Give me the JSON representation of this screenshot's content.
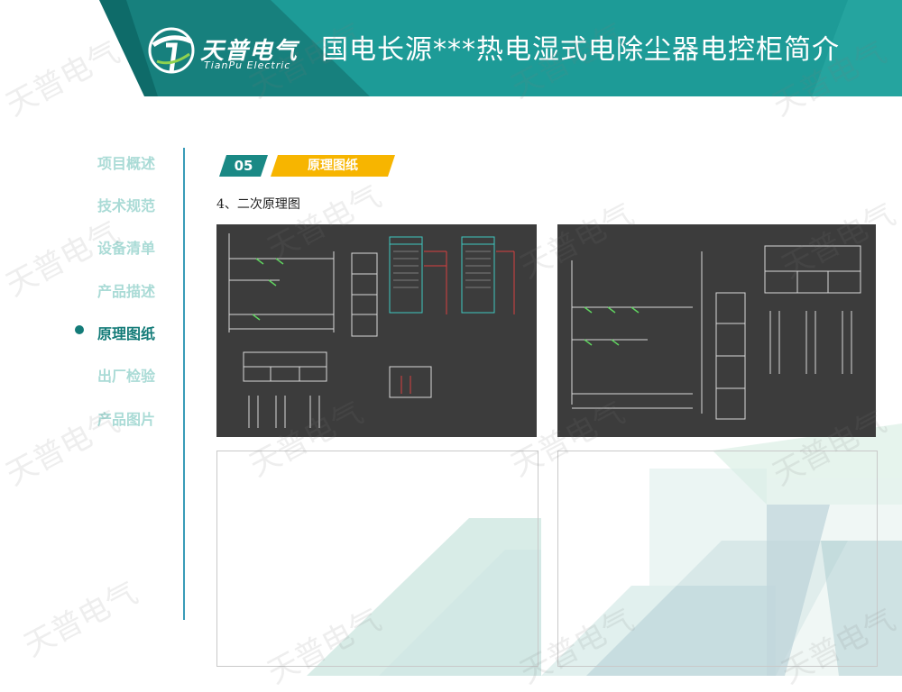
{
  "header": {
    "title": "国电长源***热电湿式电除尘器电控柜简介",
    "logo_cn": "天普电气",
    "logo_en": "TianPu Electric"
  },
  "sidebar": {
    "items": [
      {
        "label": "项目概述"
      },
      {
        "label": "技术规范"
      },
      {
        "label": "设备清单"
      },
      {
        "label": "产品描述"
      },
      {
        "label": "原理图纸",
        "active": true
      },
      {
        "label": "出厂检验"
      },
      {
        "label": "产品图片"
      }
    ]
  },
  "section": {
    "number": "05",
    "name": "原理图纸",
    "subtitle": "4、二次原理图"
  },
  "watermark": "天普电气",
  "colors": {
    "teal": "#1d9b97",
    "dark_teal": "#137b78",
    "accent": "#f7b500",
    "sidebar_inactive": "#aadbd6",
    "panel_bg": "#3c3c3c"
  }
}
